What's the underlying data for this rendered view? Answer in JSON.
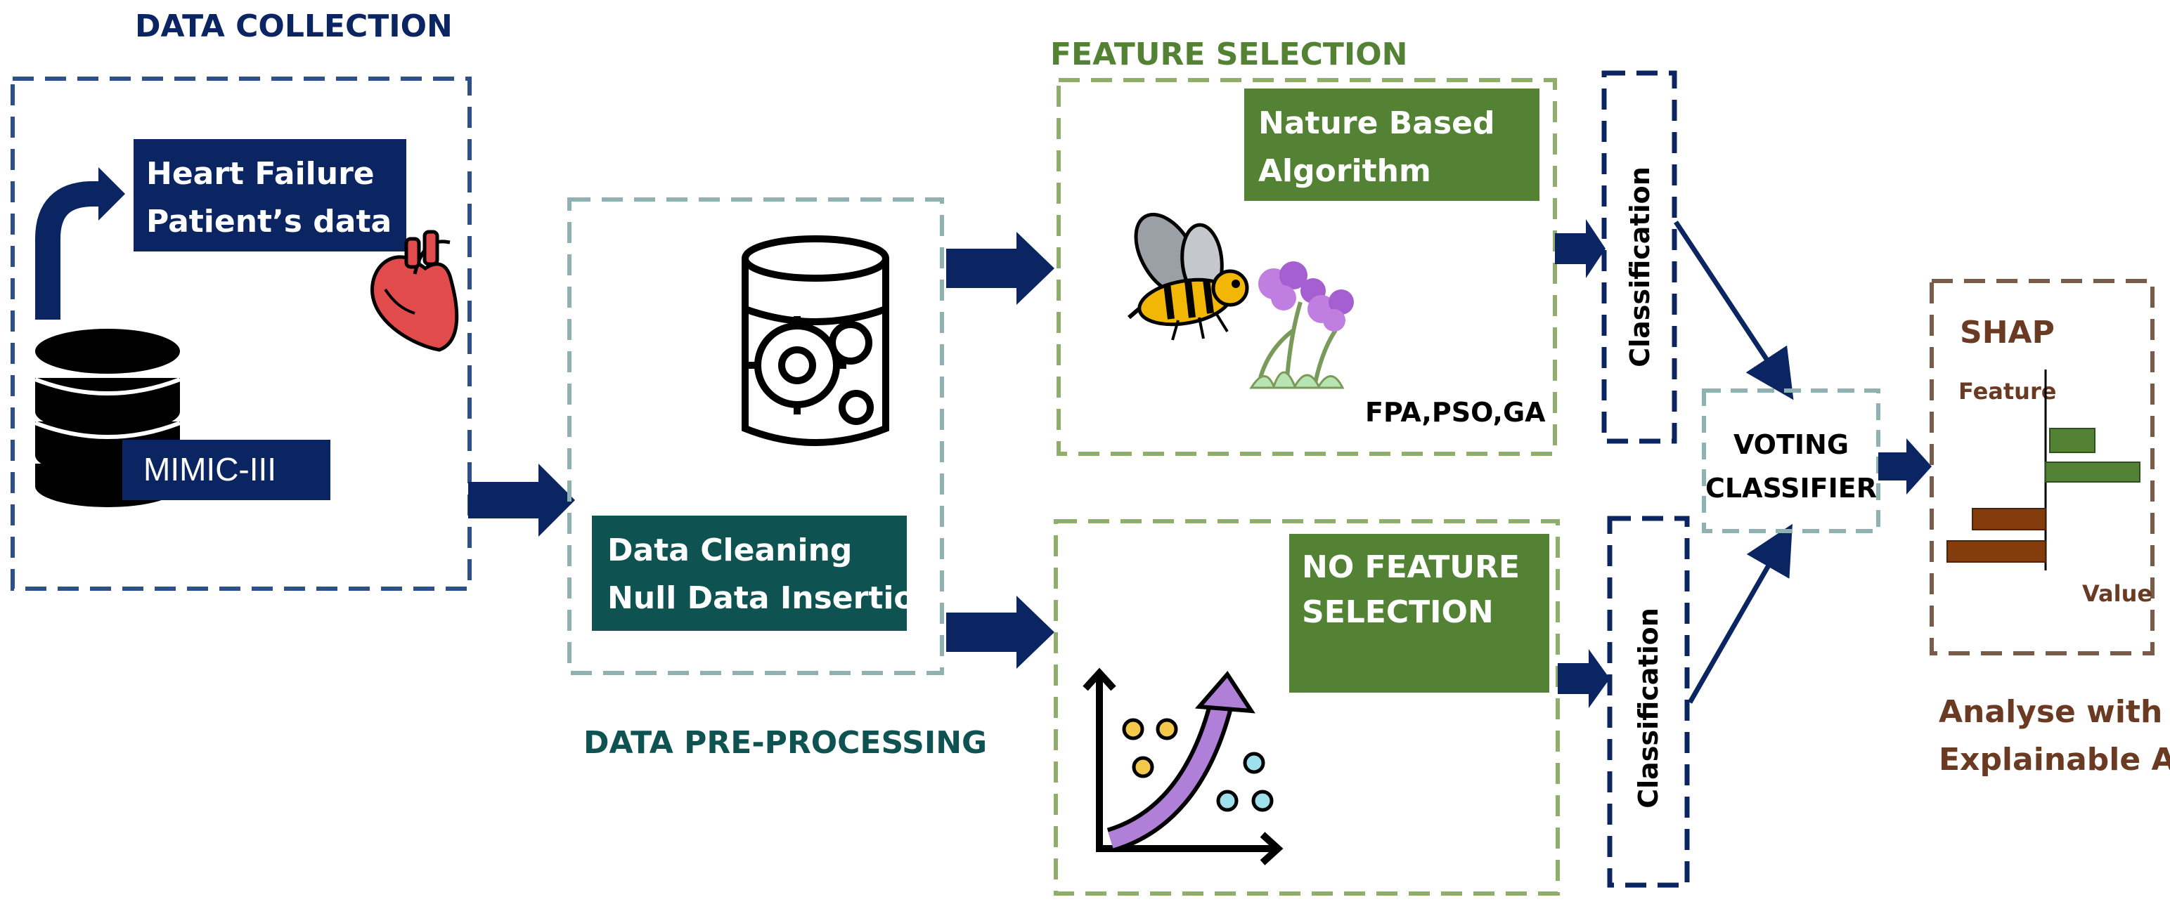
{
  "colors": {
    "navy": "#0a2561",
    "blue_dash": "#2d4f8c",
    "teal_dark": "#0f5252",
    "teal_dash": "#8fb1b1",
    "green": "#548235",
    "green_dash": "#8fae6c",
    "brown": "#6b3a22",
    "brown_dash": "#7a5b48",
    "arrow": "#0a2561"
  },
  "icons": [
    "database-icon",
    "heart-icon",
    "gear-database-icon",
    "bee-icon",
    "flower-icon",
    "growth-chart-icon",
    "shap-bar-chart-icon"
  ],
  "collection": {
    "title": "DATA COLLECTION",
    "patient_line1": "Heart Failure",
    "patient_line2": "Patient’s data",
    "dataset": "MIMIC-III"
  },
  "preprocessing": {
    "title": "DATA PRE-PROCESSING",
    "step_line1": "Data Cleaning",
    "step_line2": "Null Data Insertion"
  },
  "feature_selection": {
    "title": "FEATURE SELECTION",
    "nature_line1": "Nature Based",
    "nature_line2": "Algorithm",
    "algorithms": "FPA,PSO,GA",
    "none_line1": "NO FEATURE",
    "none_line2": "SELECTION"
  },
  "classification": {
    "label_top": "Classification",
    "label_bottom": "Classification"
  },
  "voting": {
    "line1": "VOTING",
    "line2": "CLASSIFIER"
  },
  "shap": {
    "title": "SHAP",
    "y_label": "Feature",
    "x_label": "Value",
    "caption_line1": "Analyse with",
    "caption_line2": "Explainable AI"
  }
}
